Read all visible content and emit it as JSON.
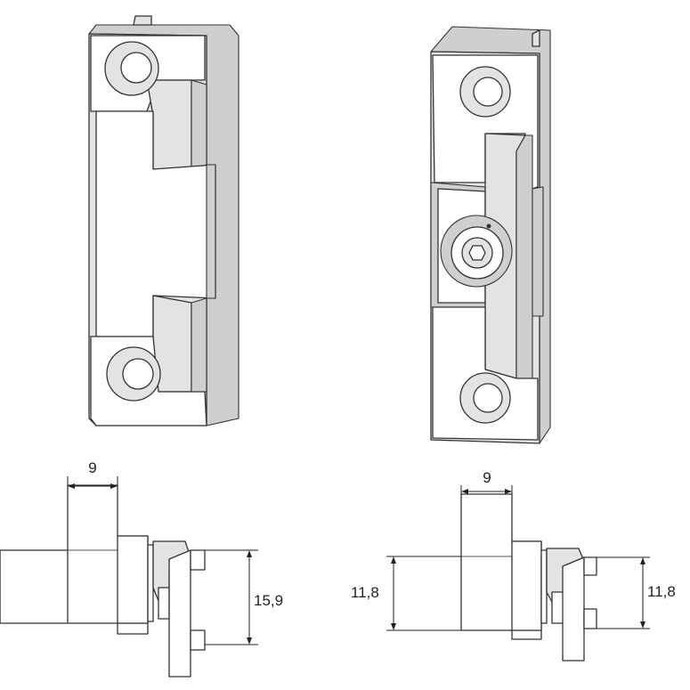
{
  "diagram": {
    "parts": [
      {
        "id": "left-keep"
      },
      {
        "id": "right-keep-adjustable"
      }
    ],
    "dimensions": {
      "left_width": "9",
      "left_height": "15,9",
      "right_width": "9",
      "right_height_left": "11,8",
      "right_height_right": "11,8"
    },
    "colors": {
      "line": "#333333",
      "face_shade": "#e3e3e3",
      "side_shade": "#cfcfcf",
      "background": "#ffffff"
    }
  }
}
